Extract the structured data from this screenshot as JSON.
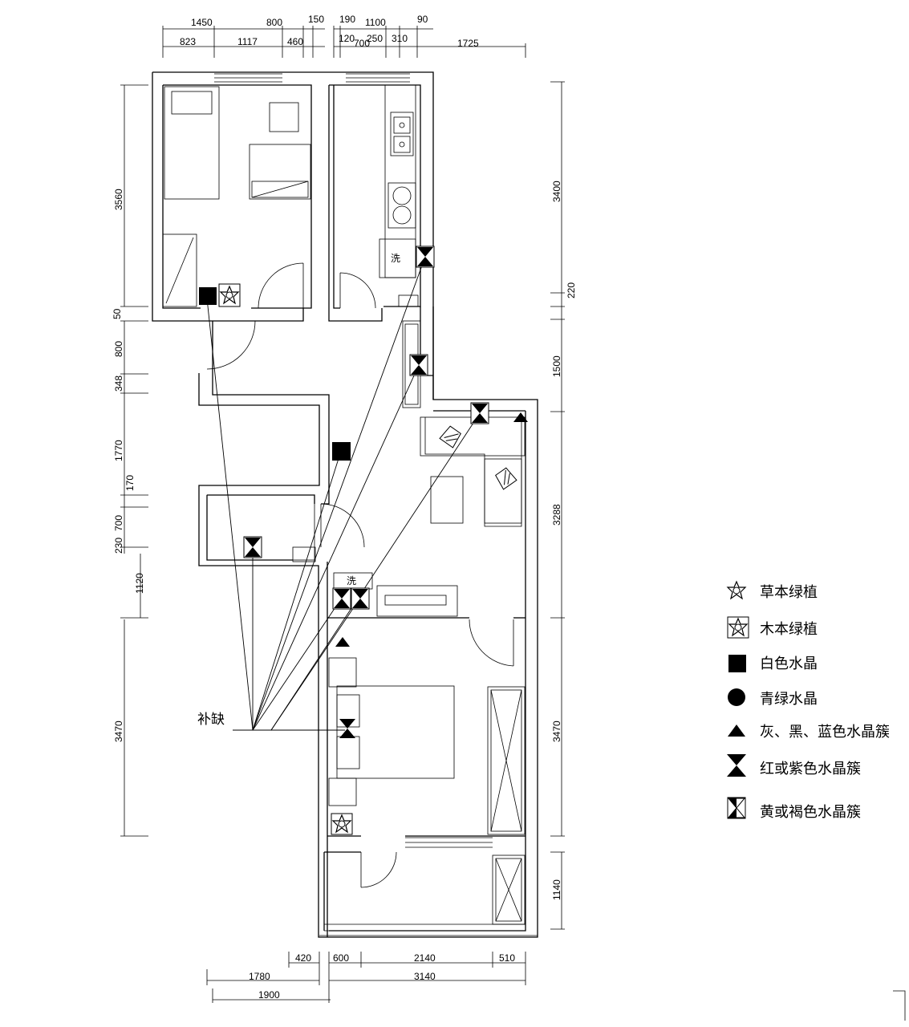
{
  "dimensions": {
    "top_upper": [
      "1450",
      "800",
      "150",
      "190",
      "1100",
      "90"
    ],
    "top_lower": [
      "823",
      "1117",
      "460",
      "120",
      "700",
      "250",
      "310",
      "1725"
    ],
    "left": [
      "3560",
      "50",
      "800",
      "348",
      "1770",
      "170",
      "700",
      "230",
      "1120",
      "3470"
    ],
    "right": [
      "3400",
      "220",
      "1500",
      "3288",
      "3470",
      "1140"
    ],
    "bottom": [
      "420",
      "600",
      "2140",
      "510",
      "1780",
      "3140",
      "1900"
    ]
  },
  "annotations": {
    "supplement_label": "补缺",
    "basin_label": "洗"
  },
  "legend": [
    {
      "icon": "herb-plant-icon",
      "label": "草本绿植"
    },
    {
      "icon": "wood-plant-icon",
      "label": "木本绿植"
    },
    {
      "icon": "white-crystal-icon",
      "label": "白色水晶"
    },
    {
      "icon": "green-crystal-icon",
      "label": "青绿水晶"
    },
    {
      "icon": "crystal-cluster-icon",
      "label": "灰、黑、蓝色水晶簇"
    },
    {
      "icon": "red-purple-cluster-icon",
      "label": "红或紫色水晶簇"
    },
    {
      "icon": "yellow-brown-cluster-icon",
      "label": "黄或褐色水晶簇"
    }
  ],
  "colors": {
    "line": "#000000",
    "background": "#ffffff"
  }
}
